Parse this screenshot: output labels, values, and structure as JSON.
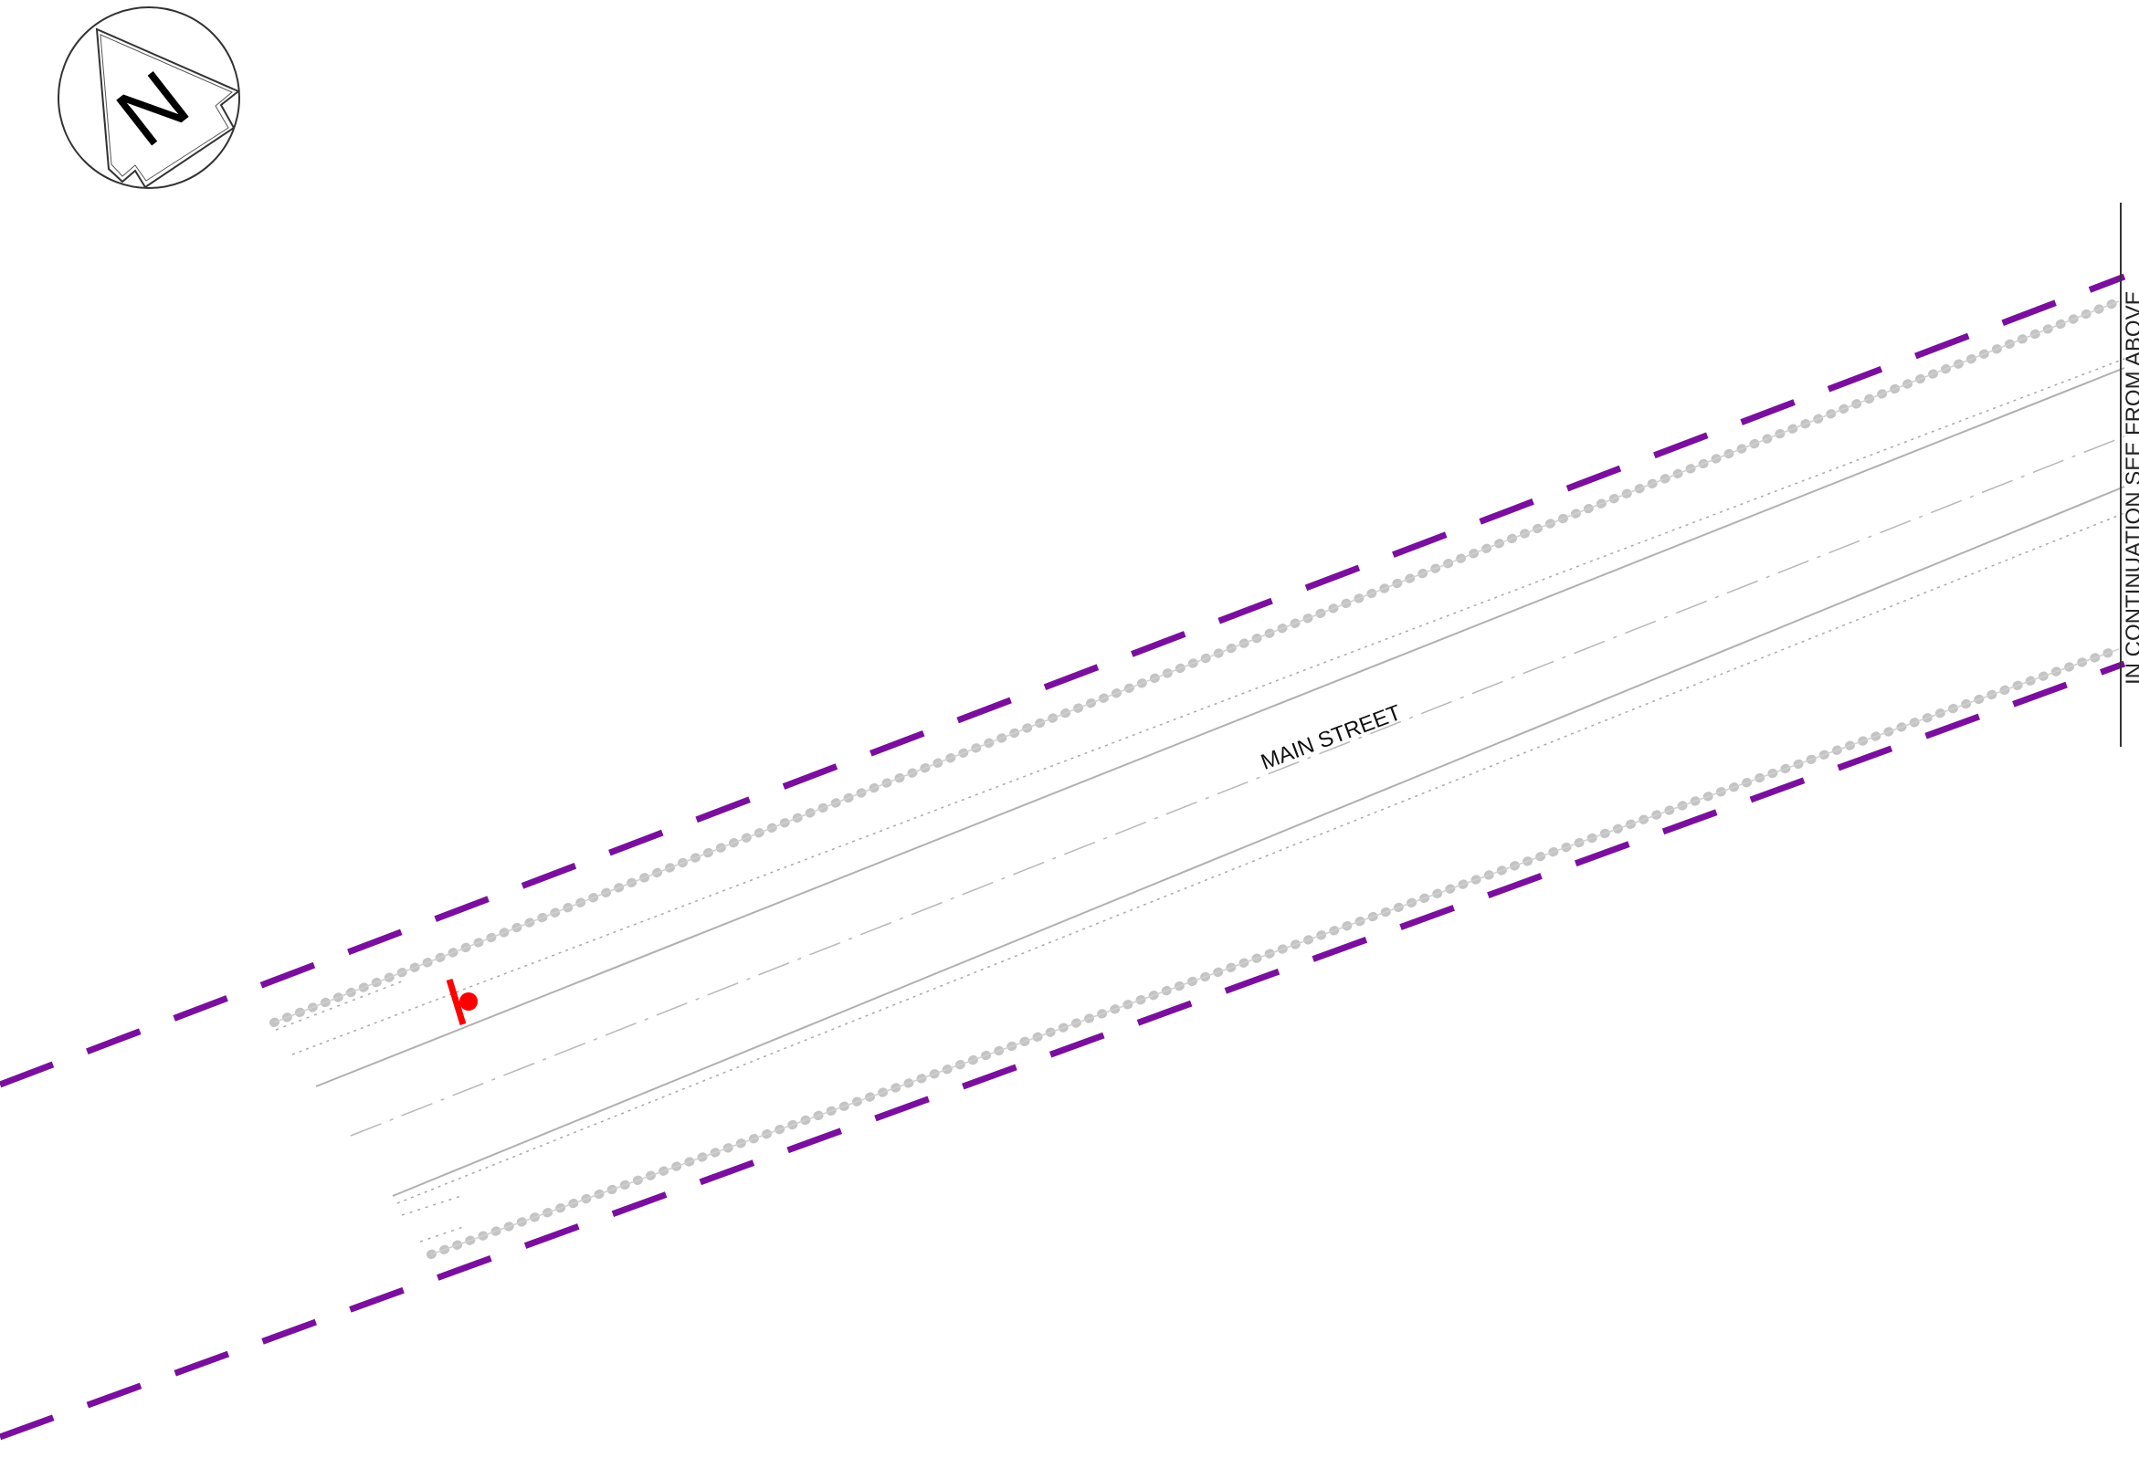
{
  "drawing": {
    "street_name": "MAIN STREET",
    "match_line_note": "IN CONTINUATION SEE FROM ABOVE",
    "north_arrow_letter": "N",
    "north_arrow_icon": "north-arrow-icon",
    "marker_icon": "red-pin-marker-icon"
  },
  "colors": {
    "right_of_way_line": "#7a0f9e",
    "road_line": "#b5b5b5",
    "tree_line": "#c8c8c8",
    "marker": "#ff0000",
    "text": "#111111"
  }
}
